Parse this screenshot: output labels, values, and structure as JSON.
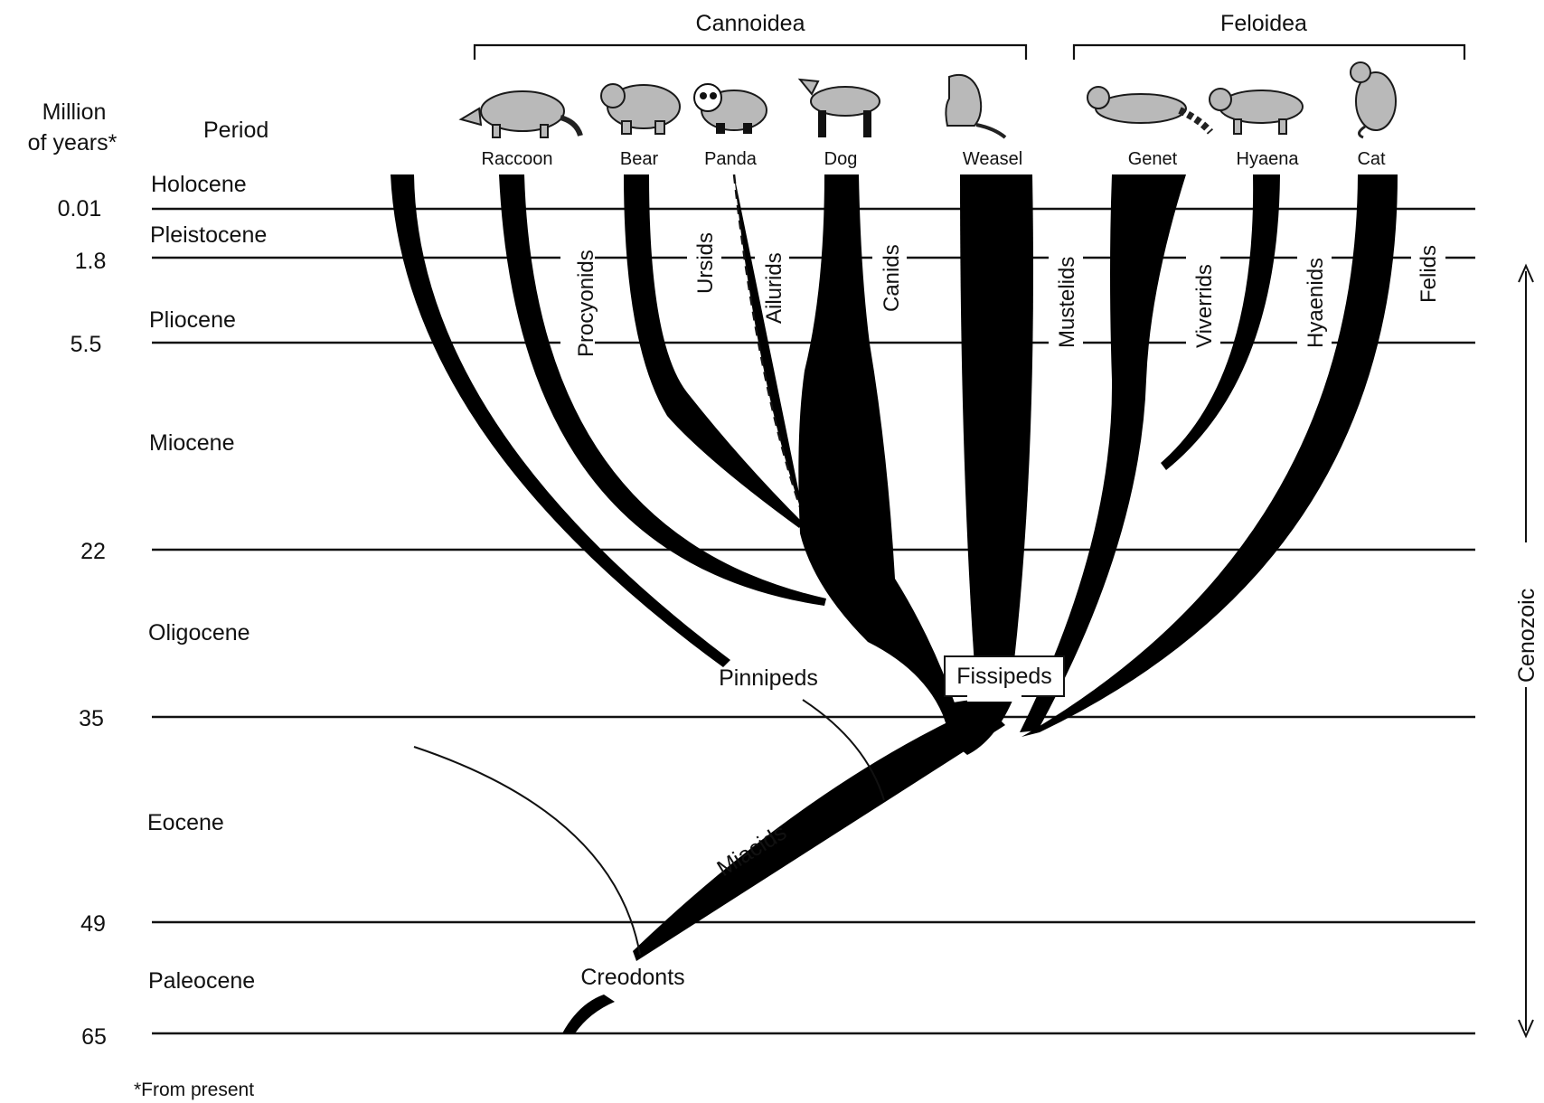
{
  "header": {
    "left_group": "Cannoidea",
    "right_group": "Feloidea",
    "age_heading": [
      "Million",
      "of years*"
    ],
    "period_heading": "Period"
  },
  "periods": [
    {
      "name": "Holocene",
      "age": "0.01"
    },
    {
      "name": "Pleistocene",
      "age": "1.8"
    },
    {
      "name": "Pliocene",
      "age": "5.5"
    },
    {
      "name": "Miocene",
      "age": "22"
    },
    {
      "name": "Oligocene",
      "age": "35"
    },
    {
      "name": "Eocene",
      "age": "49"
    },
    {
      "name": "Paleocene",
      "age": "65"
    }
  ],
  "animals": [
    "Raccoon",
    "Bear",
    "Panda",
    "Dog",
    "Weasel",
    "Genet",
    "Hyaena",
    "Cat"
  ],
  "families": [
    "Procyonids",
    "Ursids",
    "Ailurids",
    "Canids",
    "Mustelids",
    "Viverrids",
    "Hyaenids",
    "Felids"
  ],
  "groups": {
    "pinnipeds": "Pinnipeds",
    "fissipeds": "Fissipeds",
    "miacids": "Miacids",
    "creodonts": "Creodonts"
  },
  "era": "Cenozoic",
  "footnote": "*From present"
}
